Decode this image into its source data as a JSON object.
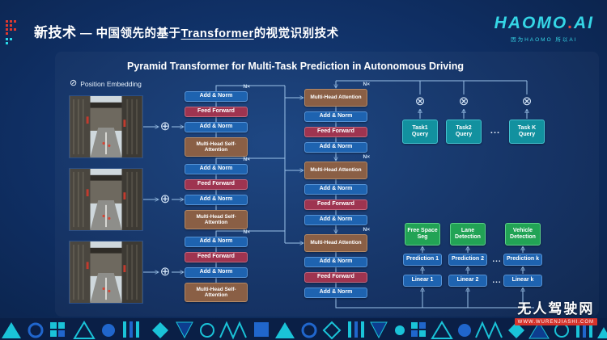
{
  "header": {
    "title_prefix": "新技术",
    "title_dash": " — ",
    "title_part1": "中国领先的基于",
    "title_underlined": "Transformer",
    "title_part2": "的视觉识别技术",
    "logo_left": "HAOMO",
    "logo_dot": ".",
    "logo_right": "AI",
    "logo_subtitle": "因为HAOMO 所以AI"
  },
  "diagram": {
    "title": "Pyramid Transformer for Multi-Task Prediction in Autonomous Driving",
    "position_embedding": {
      "icon": "⊘",
      "label": "Position Embedding"
    },
    "add_node_symbol": "⊕",
    "multiply_node_symbol": "⊗",
    "n_label": "N×",
    "encoder_blocks": {
      "add_norm": "Add & Norm",
      "feed_forward": "Feed Forward",
      "self_attention": "Multi-Head Self-Attention"
    },
    "decoder_blocks": {
      "attention": "Multi-Head Attention",
      "add_norm": "Add & Norm",
      "feed_forward": "Feed Forward"
    },
    "queries": [
      "Task1 Query",
      "Task2 Query",
      "Task K Query"
    ],
    "task_heads": [
      "Free Space Seg",
      "Lane Detection",
      "Vehicle Detection"
    ],
    "predictions": [
      "Prediction 1",
      "Prediction 2",
      "Prediction k"
    ],
    "linears": [
      "Linear 1",
      "Linear 2",
      "Linear k"
    ],
    "ellipsis": "..."
  },
  "watermark": {
    "name": "无人驾驶网",
    "url": "WWW.WURENJIASHI.COM"
  }
}
